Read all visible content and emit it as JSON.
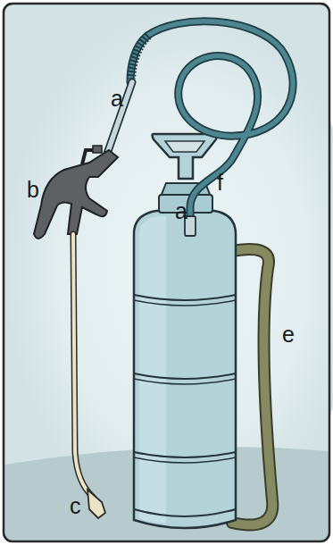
{
  "diagram": {
    "labels": [
      "a",
      "b",
      "f",
      "a",
      "e",
      "c"
    ]
  }
}
